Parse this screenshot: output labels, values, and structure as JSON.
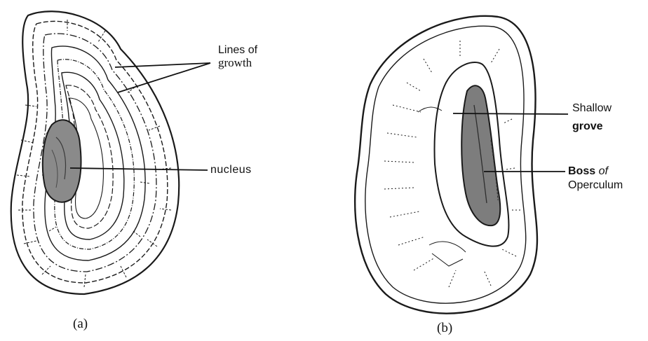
{
  "figures": {
    "a": {
      "caption": "(a)",
      "labels": {
        "lines_of_growth_1": "Lines of",
        "lines_of_growth_2": "growth",
        "nucleus": "nucleus"
      }
    },
    "b": {
      "caption": "(b)",
      "labels": {
        "shallow": "Shallow",
        "grove": "grove",
        "boss": "Boss",
        "of": "of",
        "operculum": "Operculum"
      }
    }
  },
  "colors": {
    "ink": "#1a1a1a",
    "nucleus_fill": "#8a8a8a",
    "boss_fill": "#7d7d7d"
  }
}
